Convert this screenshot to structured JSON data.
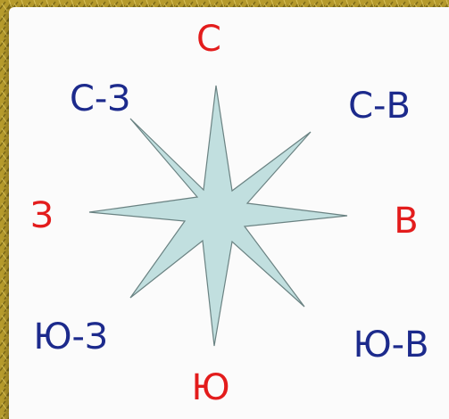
{
  "colors": {
    "cardinal": "#e31c1c",
    "intercardinal": "#1c2a8c",
    "star_fill": "#c1dfdf",
    "star_stroke": "#6a8282",
    "background": "#b59a2c"
  },
  "directions": {
    "north": "С",
    "south": "Ю",
    "west": "З",
    "east": "В",
    "northwest": "С-З",
    "northeast": "С-В",
    "southwest": "Ю-З",
    "southeast": "Ю-В"
  }
}
